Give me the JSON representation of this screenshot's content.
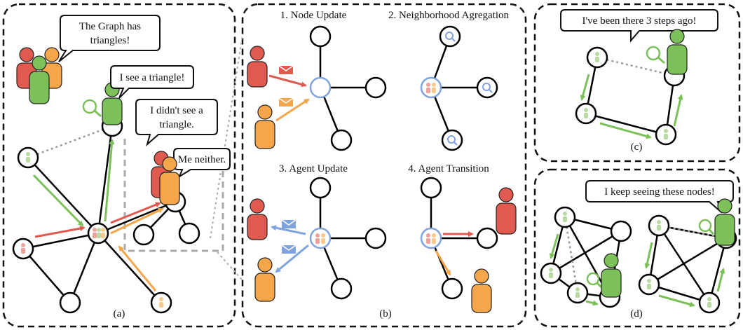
{
  "panels": {
    "a": {
      "label": "(a)",
      "speech": {
        "group": [
          "The Graph has",
          "triangles!"
        ],
        "green_agent": "I see a triangle!",
        "orange_agent": [
          "I didn't see a",
          "triangle."
        ],
        "red_agent": "Me neither."
      }
    },
    "b": {
      "label": "(b)",
      "steps": [
        "1. Node Update",
        "2. Neighborhood Agregation",
        "3. Agent Update",
        "4. Agent Transition"
      ]
    },
    "c": {
      "label": "(c)",
      "speech": "I've been there 3 steps ago!"
    },
    "d": {
      "label": "(d)",
      "speech": "I keep seeing these nodes!"
    }
  },
  "colors": {
    "red": "#e05a4f",
    "green": "#7cc05a",
    "orange": "#f5a54a",
    "blue": "#7fa3dc",
    "edge": "#000000",
    "dash_border": "#111111",
    "dotted": "#9a9a9a"
  }
}
